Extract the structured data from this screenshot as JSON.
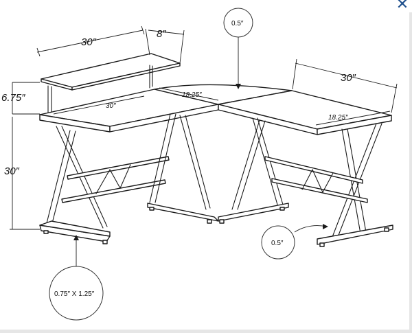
{
  "close_label": "✕",
  "dims": {
    "shelf_width": "30″",
    "shelf_depth": "8″",
    "shelf_height": "6.75″",
    "desk_height": "30″",
    "left_top_width": "30″",
    "corner_left": "18.25″",
    "right_width": "30″",
    "right_depth": "18.25″"
  },
  "callouts": {
    "top_thickness": "0.5″",
    "leg_size": "0.75″ X 1.25″",
    "foot_thickness": "0.5″"
  },
  "colors": {
    "accent": "#1e4f8c",
    "line": "#1a1a1a"
  }
}
